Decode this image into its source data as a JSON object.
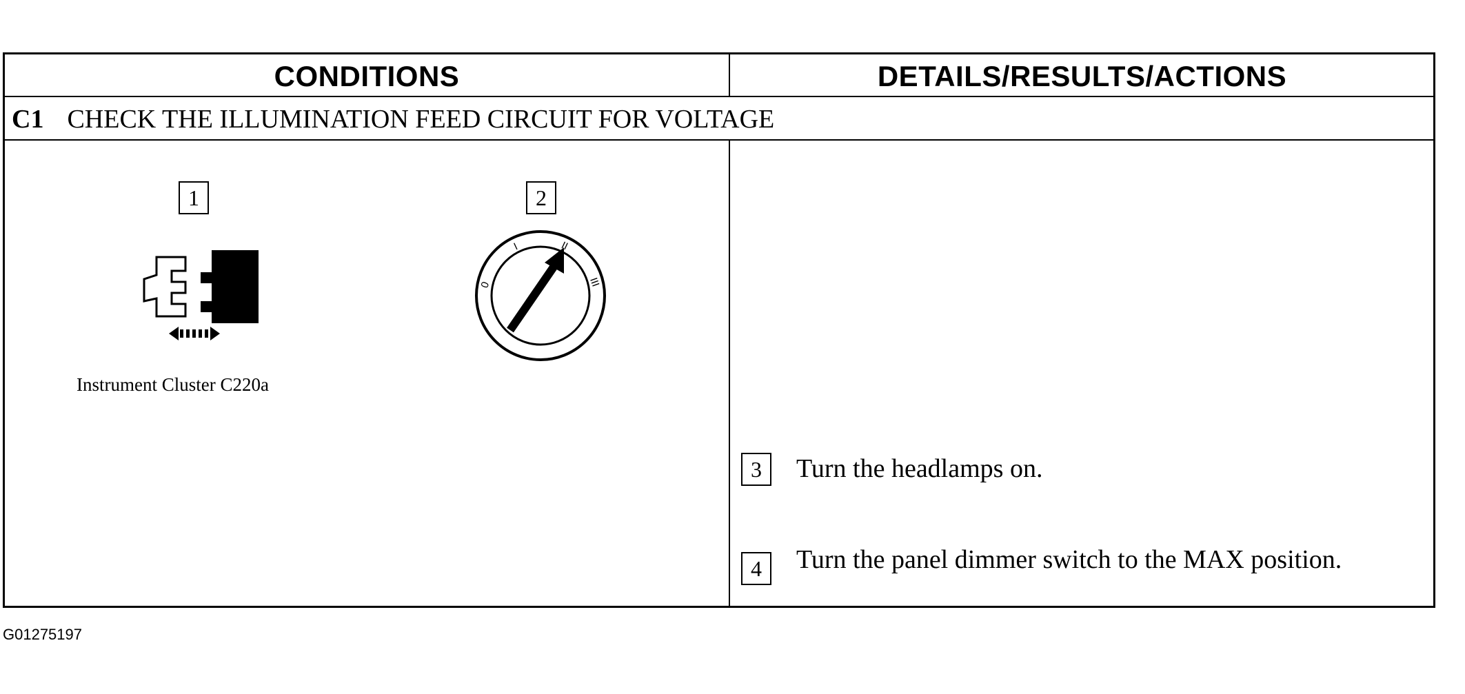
{
  "table": {
    "header": {
      "conditions": "CONDITIONS",
      "details": "DETAILS/RESULTS/ACTIONS"
    },
    "step": {
      "id": "C1",
      "title": "CHECK THE ILLUMINATION FEED CIRCUIT FOR VOLTAGE"
    },
    "conditions": {
      "figures": [
        {
          "number": "1",
          "icon": "connector-icon",
          "caption": "Instrument Cluster C220a"
        },
        {
          "number": "2",
          "icon": "ignition-switch-icon",
          "dial_marks": [
            "0",
            "I",
            "II",
            "III"
          ]
        }
      ]
    },
    "actions": [
      {
        "number": "3",
        "text": "Turn the headlamps on."
      },
      {
        "number": "4",
        "text": "Turn the panel dimmer switch to the MAX position."
      }
    ]
  },
  "figure_code": "G01275197"
}
